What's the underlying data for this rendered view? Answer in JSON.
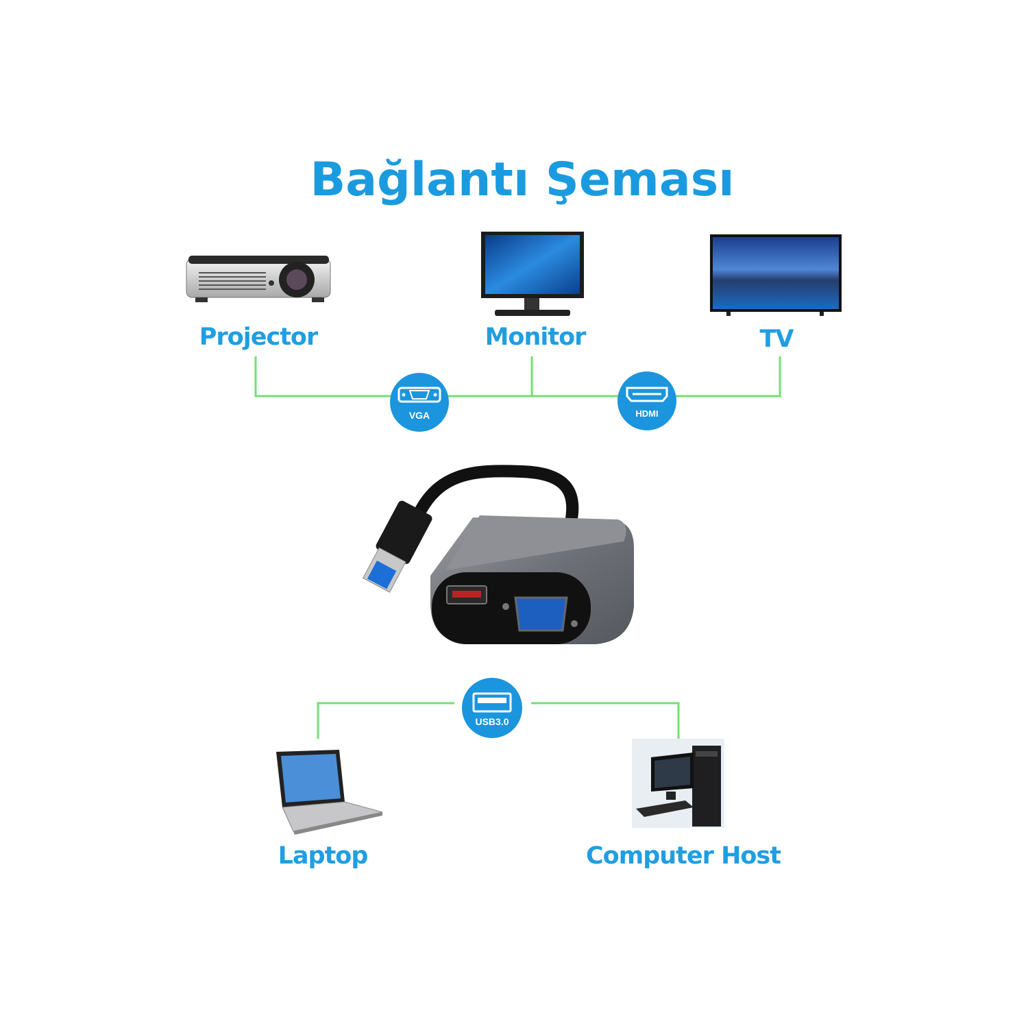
{
  "title": "Bağlantı Şeması",
  "outputs": [
    {
      "label": "Projector"
    },
    {
      "label": "Monitor"
    },
    {
      "label": "TV"
    }
  ],
  "ports": {
    "vga": "VGA",
    "hdmi": "HDMI",
    "usb": "USB3.0"
  },
  "inputs": [
    {
      "label": "Laptop"
    },
    {
      "label": "Computer Host"
    }
  ],
  "colors": {
    "accent": "#1a9be0",
    "badge": "#1b95dd",
    "connector_line": "#72e072"
  }
}
